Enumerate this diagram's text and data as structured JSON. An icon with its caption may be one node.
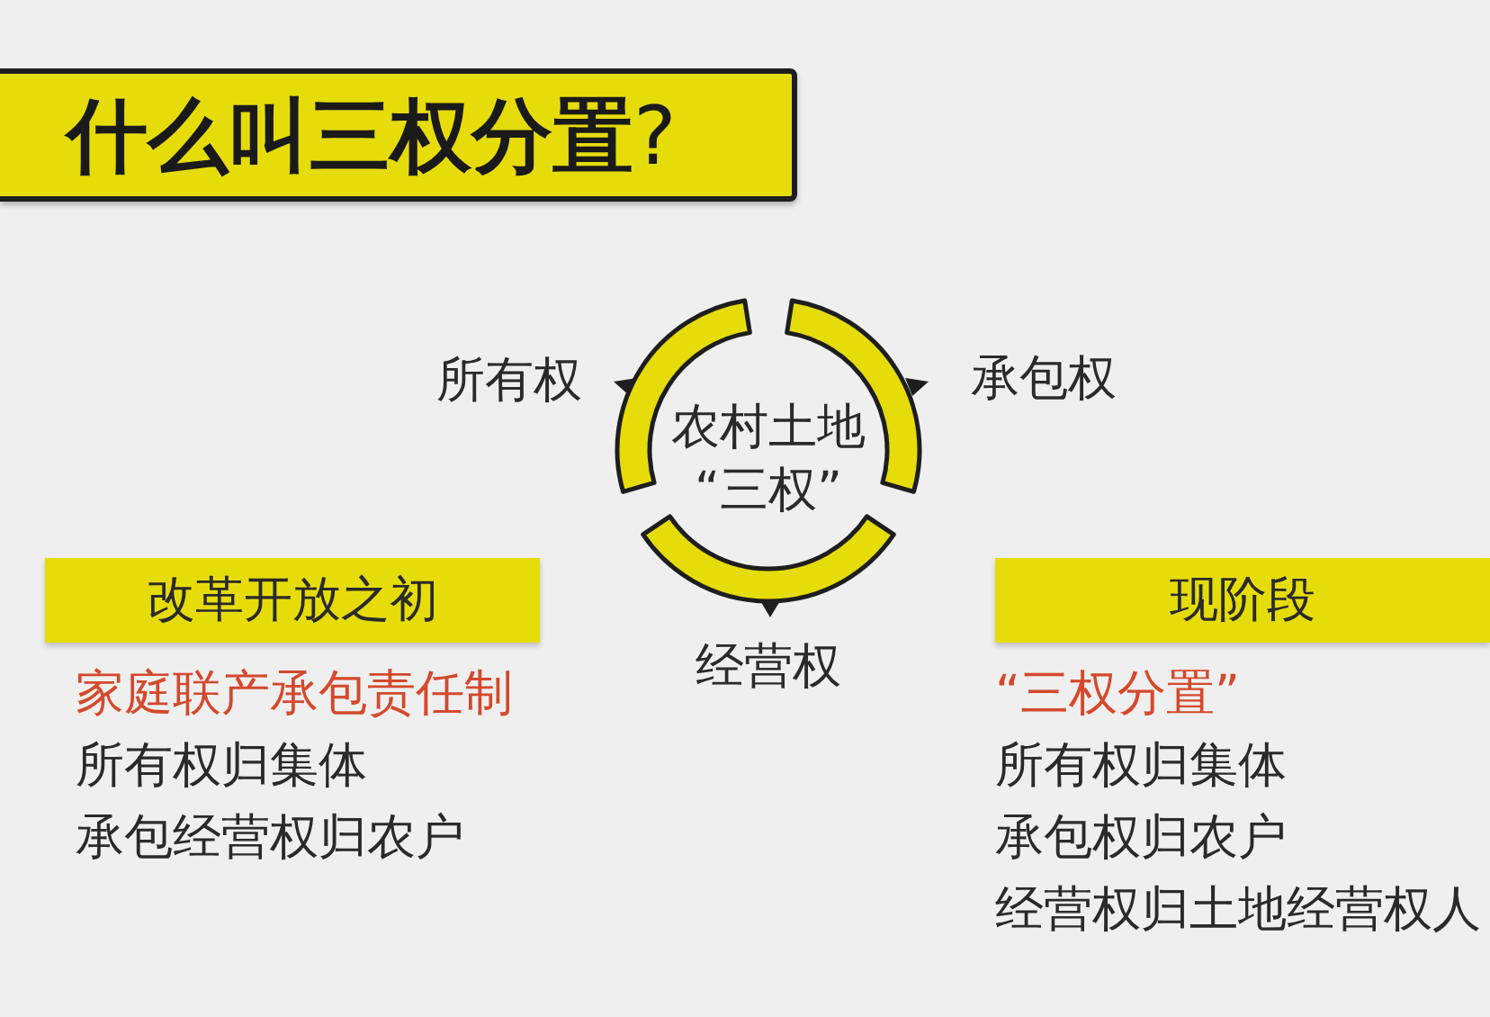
{
  "diagram": {
    "title": "**什么叫三权分置**?",
    "nodes": [
      {
        "text": [
          "农村土地“三权”"
        ],
        "beside": [
          "所有权",
          "承包权",
          "经营权"
        ]
      },
      {
        "text": [
          "改革开放之初"
        ],
        "beside": [
          "家庭联产承包责任制",
          "所有权归集体",
          "承包经营权归农户"
        ]
      },
      {
        "text": [
          "现阶段"
        ],
        "beside": [
          "“三权分置”",
          "所有权归集体",
          "承包权归农户",
          "经营权归土地经营权人"
        ]
      }
    ]
  }
}
